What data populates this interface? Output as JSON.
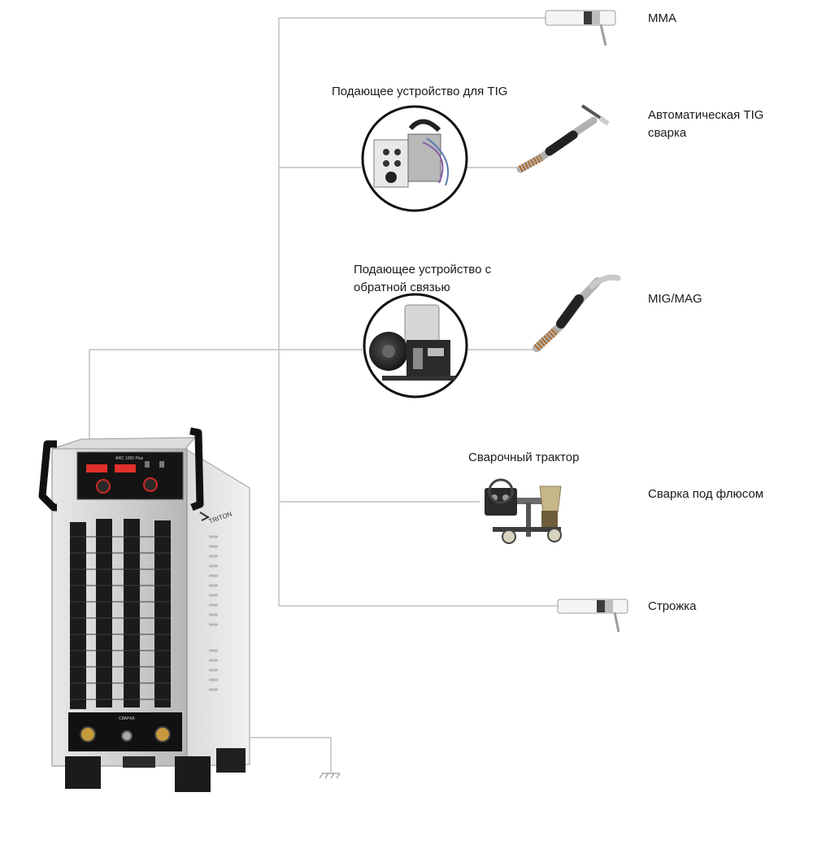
{
  "labels": {
    "mma": "MMA",
    "tig_feeder": "Подающее устройство для TIG",
    "auto_tig": "Автоматическая TIG сварка",
    "feedback_feeder": "Подающее устройство с обратной связью",
    "mig_mag": "MIG/MAG",
    "tractor": "Сварочный трактор",
    "saw": "Сварка под флюсом",
    "gouging": "Строжка"
  },
  "machine": {
    "brand": "TRITON",
    "model": "ARC 1000 Plus",
    "panel_text": "СВАРКА"
  },
  "colors": {
    "line": "#b5b5b5",
    "machine_body": "#c9cbcd",
    "machine_dark": "#1d1d1f",
    "display_red": "#e0302a"
  }
}
